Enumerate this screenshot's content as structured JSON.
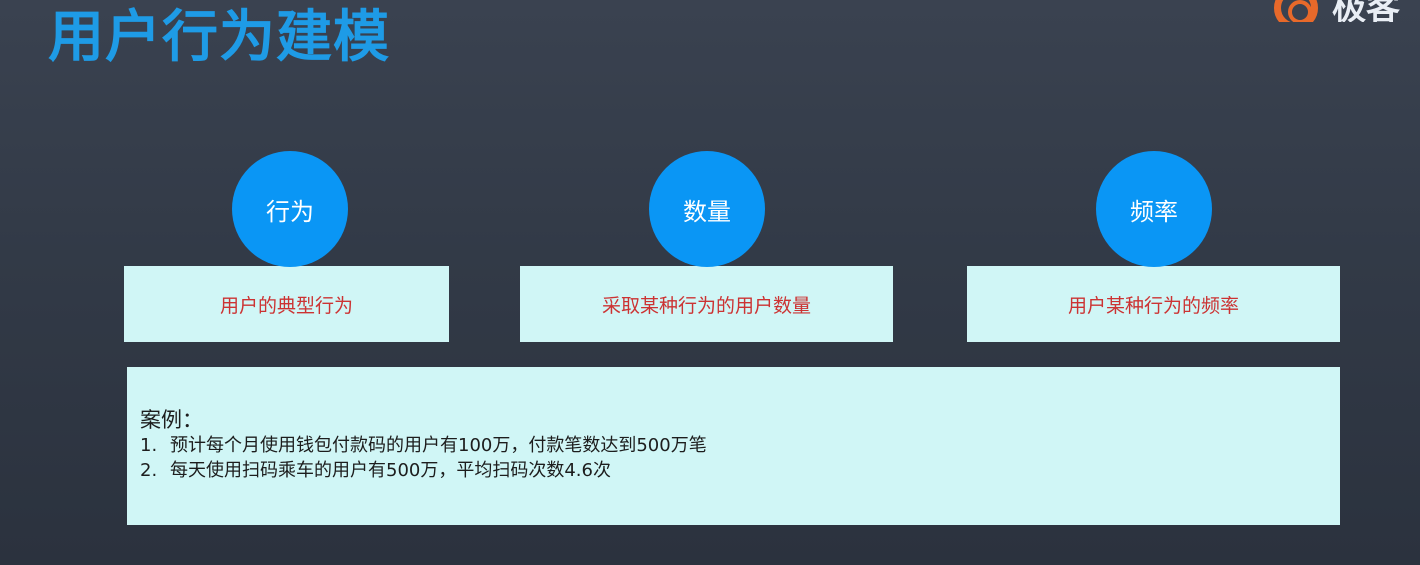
{
  "slide": {
    "title": "用户行为建模",
    "logo_text": "极客"
  },
  "colors": {
    "title": "#1e9be6",
    "circle": "#0a96f5",
    "box": "#d0f6f6",
    "box_text": "#cc3333",
    "logo": "#e8692a"
  },
  "concepts": [
    {
      "circle_label": "行为",
      "description": "用户的典型行为"
    },
    {
      "circle_label": "数量",
      "description": "采取某种行为的用户数量"
    },
    {
      "circle_label": "频率",
      "description": "用户某种行为的频率"
    }
  ],
  "case": {
    "heading": "案例：",
    "items": [
      {
        "num": "1.",
        "text": "预计每个月使用钱包付款码的用户有100万，付款笔数达到500万笔"
      },
      {
        "num": "2.",
        "text": "每天使用扫码乘车的用户有500万，平均扫码次数4.6次"
      }
    ]
  }
}
